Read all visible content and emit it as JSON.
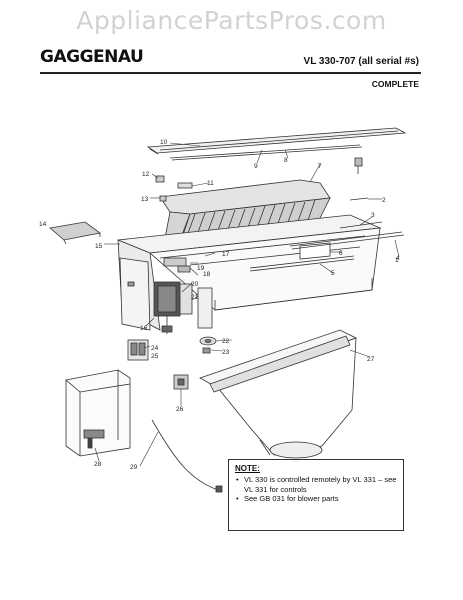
{
  "watermark": "AppliancePartsPros.com",
  "header": {
    "brand": "GAGGENAU",
    "model": "VL 330-707 (all serial #s)",
    "section": "COMPLETE"
  },
  "part_labels": [
    "10",
    "9",
    "8",
    "7",
    "12",
    "11",
    "13",
    "2",
    "3",
    "1",
    "14",
    "15",
    "19",
    "18",
    "17",
    "6",
    "4",
    "5",
    "20",
    "21",
    "16",
    "22",
    "23",
    "24",
    "25",
    "27",
    "26",
    "28",
    "29"
  ],
  "note": {
    "title": "NOTE:",
    "items": [
      "VL 330 is controlled remotely by VL 331 – see VL 331 for controls",
      "See GB 031 for blower parts"
    ]
  }
}
